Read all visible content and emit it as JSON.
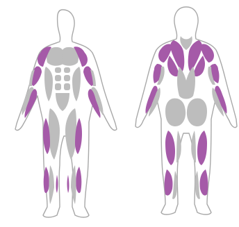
{
  "colors": {
    "background": "#ffffff",
    "outline": "#a8a8a8",
    "highlighted_muscle": "#a55aa8",
    "other_muscle": "#bdbdbd"
  },
  "figures": [
    {
      "view": "front",
      "highlighted": [
        "shoulders",
        "biceps",
        "forearms",
        "outer-thighs",
        "calves"
      ]
    },
    {
      "view": "back",
      "highlighted": [
        "trapezius",
        "rear-shoulders",
        "upper-back",
        "triceps",
        "forearms",
        "hamstrings",
        "calves"
      ]
    }
  ]
}
